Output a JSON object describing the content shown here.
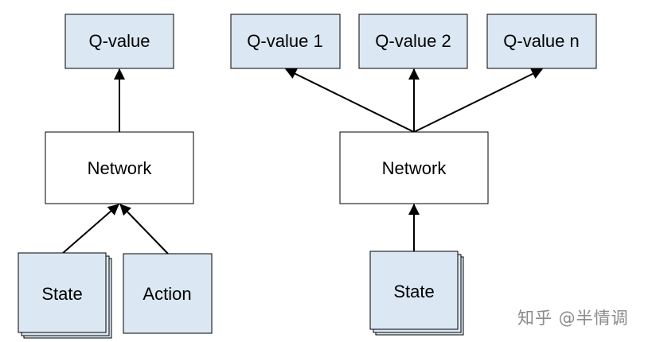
{
  "colors": {
    "box_fill_blue": "#dbe8f3",
    "box_fill_white": "#ffffff",
    "stroke": "#000000",
    "watermark": "#8a8a8a"
  },
  "left_diagram": {
    "output_label": "Q-value",
    "network_label": "Network",
    "input_state_label": "State",
    "input_action_label": "Action"
  },
  "right_diagram": {
    "outputs": [
      "Q-value 1",
      "Q-value 2",
      "Q-value n"
    ],
    "network_label": "Network",
    "input_state_label": "State"
  },
  "watermark": "知乎 @半情调"
}
